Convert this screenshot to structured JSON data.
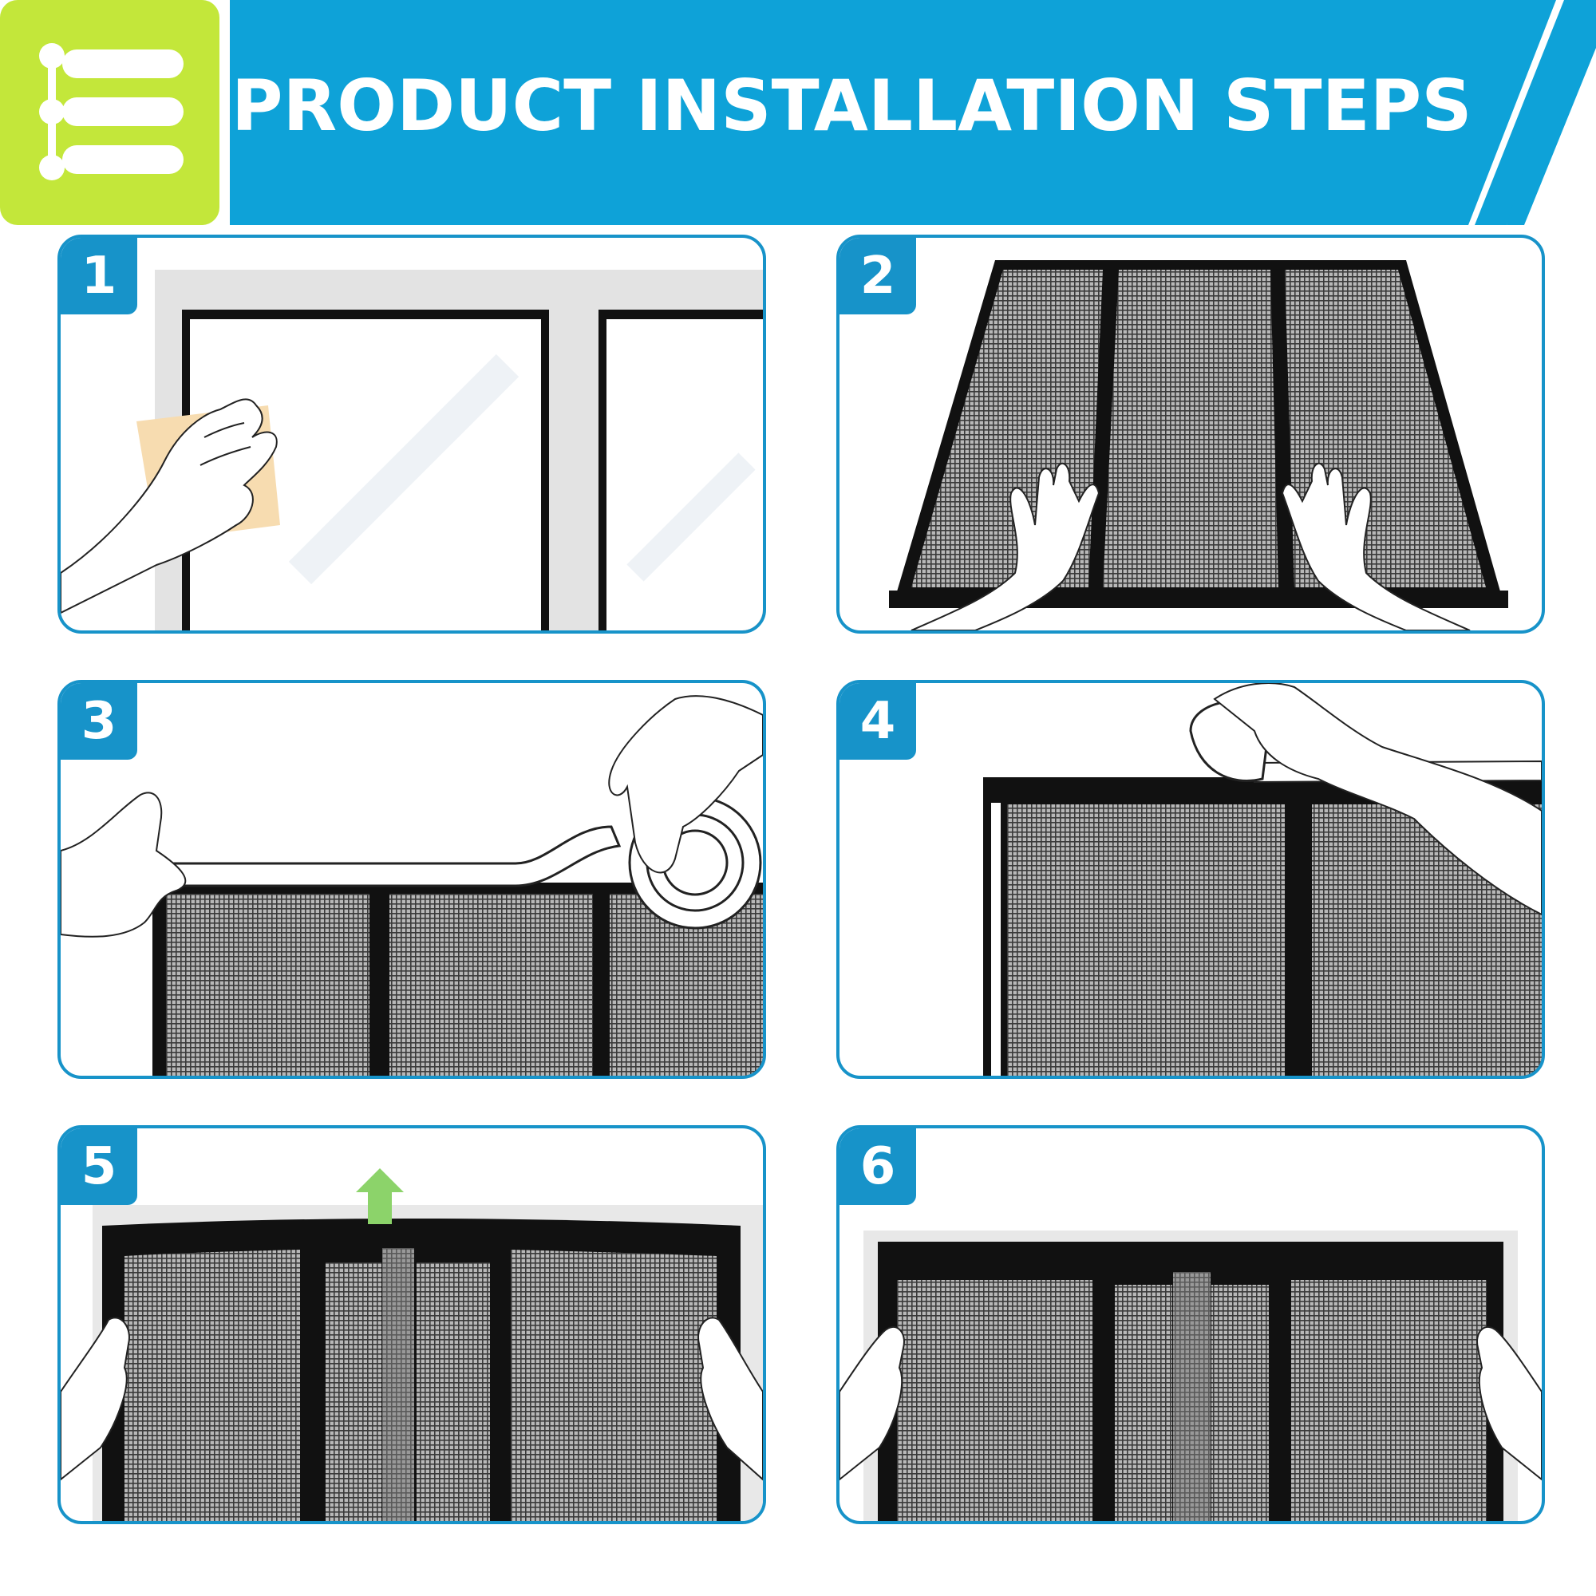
{
  "header": {
    "title": "PRODUCT INSTALLATION STEPS",
    "icon": "list-icon",
    "colors": {
      "banner": "#0ea2d8",
      "accent": "#c3e73a"
    }
  },
  "steps": [
    {
      "number": "1"
    },
    {
      "number": "2"
    },
    {
      "number": "3"
    },
    {
      "number": "4"
    },
    {
      "number": "5"
    },
    {
      "number": "6"
    }
  ],
  "colors": {
    "panel_border": "#1793c9",
    "mesh": "#8e8e8e",
    "frame": "#111111"
  }
}
